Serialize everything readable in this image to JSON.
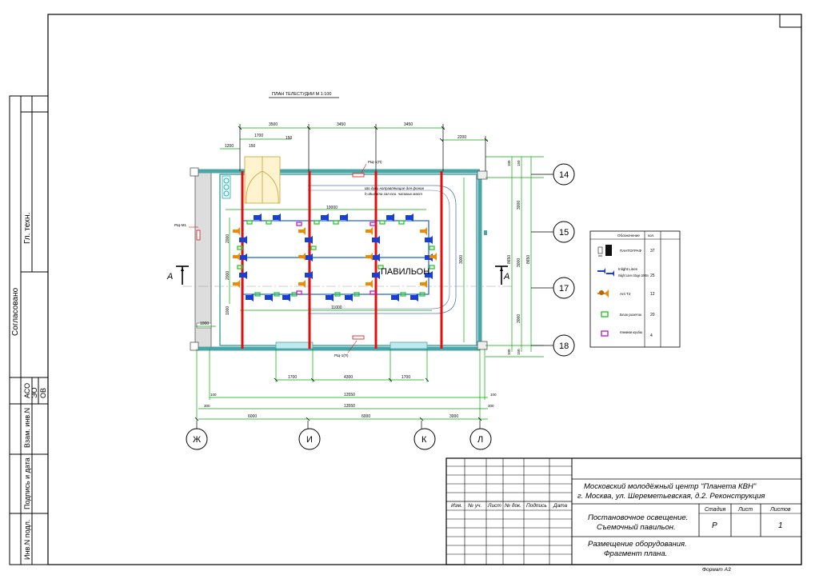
{
  "plan_title": "ПЛАН ТЕЛЕСТУДИИ  М 1:100",
  "room_label": "ПАВИЛЬОН",
  "note": [
    "Шо дуги направляющие для фонов",
    "h=Высота зал.сеи. часовых маст"
  ],
  "panel_labels": {
    "p1": "РЩ-1(П)",
    "p2": "РЩ-М1",
    "p3": "РЩ-1(П)"
  },
  "section_markers": {
    "left": "А",
    "right": "А"
  },
  "axes_rows": [
    "14",
    "15",
    "17",
    "18"
  ],
  "axes_cols": [
    "Ж",
    "И",
    "К",
    "Л"
  ],
  "dims_top": [
    "3500",
    "3450",
    "3450",
    "2200",
    "1700",
    "1200",
    "150",
    "150"
  ],
  "dims_inner": [
    "10000",
    "11000",
    "2000",
    "2000",
    "1000",
    "1000"
  ],
  "dims_right": [
    "3000",
    "3000",
    "3000",
    "8650",
    "8650",
    "3000",
    "150",
    "150",
    "100",
    "100"
  ],
  "dims_bottom": [
    "1700",
    "4300",
    "1700",
    "13550",
    "13550",
    "6000",
    "6000",
    "3000",
    "100",
    "300",
    "100",
    "300"
  ],
  "legend": {
    "headers": [
      "Обозначение",
      "кол."
    ],
    "rows": [
      {
        "name": "ПАНТОГРАФ",
        "qty": "37",
        "icon": "pantograph-icon"
      },
      {
        "name": "Inlight Lines Stage 1000A",
        "qty": "25",
        "icon": "spotlight-icon"
      },
      {
        "name": "Arri T2",
        "qty": "12",
        "icon": "fresnel-icon"
      },
      {
        "name": "Блок розеток",
        "qty": "20",
        "icon": "socket-block-icon"
      },
      {
        "name": "Клеммная коробка",
        "qty": "4",
        "icon": "junction-box-icon"
      }
    ]
  },
  "left_strip": {
    "agreed": "Согласовано",
    "gl_tekh": "Гл. техн.",
    "aso": "АСО",
    "eo": "ЭО",
    "ov": "ОВ",
    "vzam": "Взам. инв.N",
    "podpis": "Подпись и дата",
    "inv": "Инв.N подл."
  },
  "title_block": {
    "cols": [
      "Изм.",
      "№ уч.",
      "Лист",
      "№ док.",
      "Подпись",
      "Дата"
    ],
    "org": "Московский молодёжный центр \"Планета КВН\"",
    "address": "г. Москва, ул. Шереметьевская, д.2. Реконструкция",
    "project": [
      "Постановочное освещение.",
      "Съемочный павильон."
    ],
    "sheet_name": [
      "Размещение оборудования.",
      "Фрагмент плана."
    ],
    "stage_header": "Стадия",
    "sheet_header": "Лист",
    "sheets_header": "Листов",
    "stage": "Р",
    "sheets": "1"
  },
  "format": "Формат А3",
  "colors": {
    "wall": "#4aa6a6",
    "dim": "#00aa00",
    "truss": "#e01010",
    "grid": "#1a5fd6",
    "spot": "#1a3fd6",
    "fresnel": "#f08a00",
    "socket": "#22cc22",
    "jbox": "#c020c0"
  }
}
